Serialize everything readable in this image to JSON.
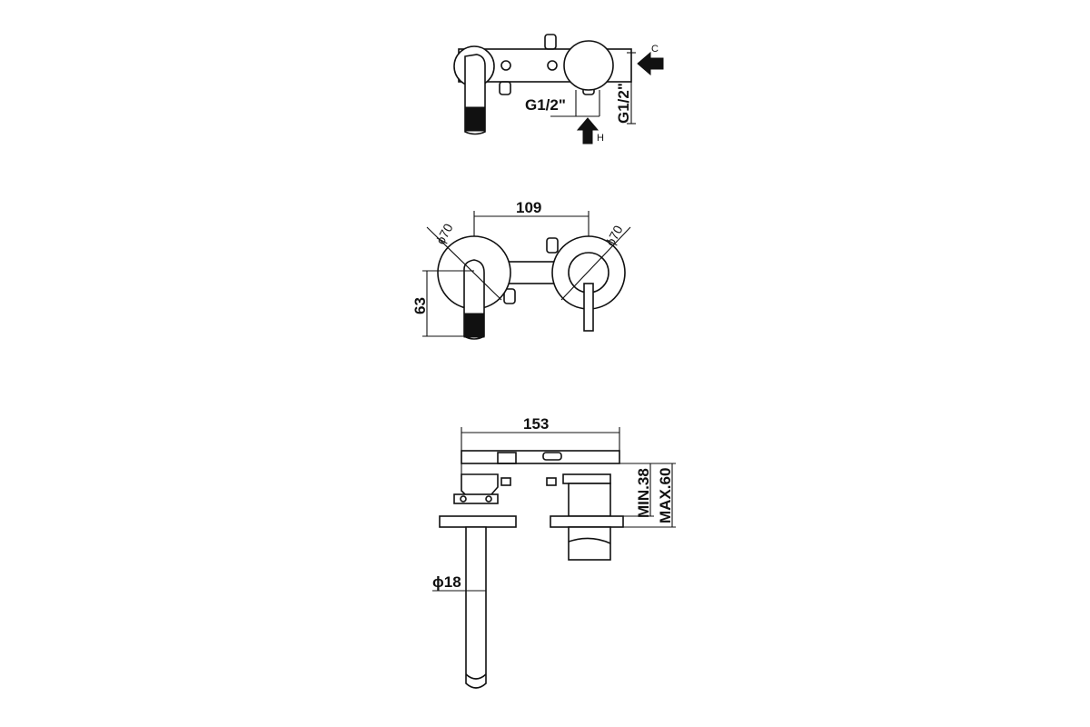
{
  "top_view": {
    "inlet_cold_label": "C",
    "inlet_hot_label": "H",
    "thread_horizontal": "G1/2\"",
    "thread_vertical": "G1/2\""
  },
  "front_view": {
    "center_distance": "109",
    "rosette_left_diameter": "ϕ70",
    "rosette_right_diameter": "ϕ70",
    "spout_height": "63"
  },
  "side_view": {
    "overall_length": "153",
    "wall_depth_min": "MIN.38",
    "wall_depth_max": "MAX.60",
    "spout_diameter": "ϕ18"
  }
}
